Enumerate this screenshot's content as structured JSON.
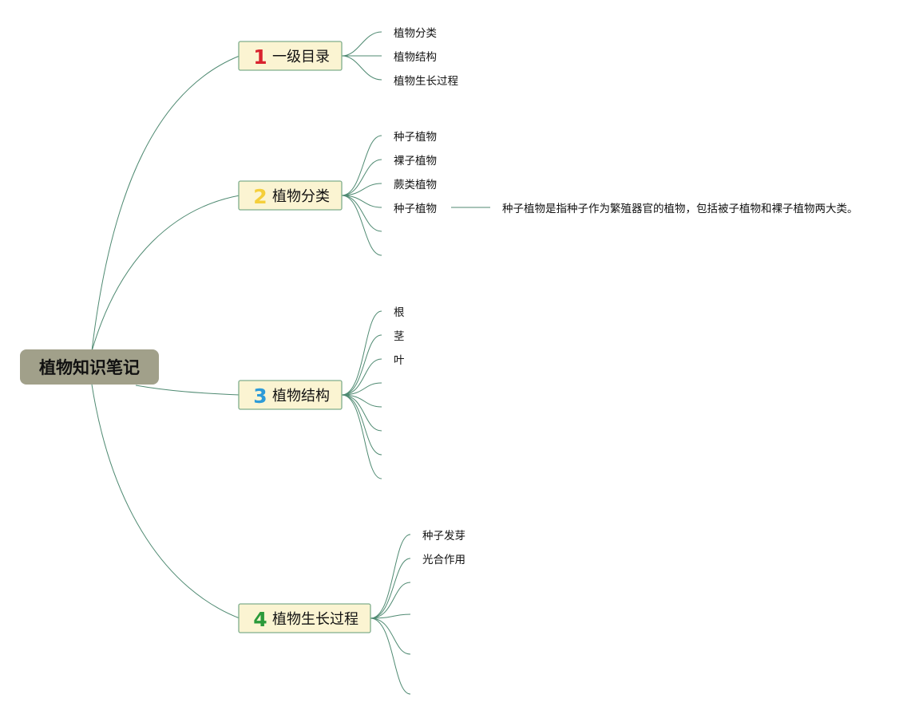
{
  "root": {
    "label": "植物知识笔记"
  },
  "branches": [
    {
      "number": "1",
      "label": "一级目录",
      "leaves": [
        "植物分类",
        "植物结构",
        "植物生长过程"
      ]
    },
    {
      "number": "2",
      "label": "植物分类",
      "leaves": [
        "种子植物",
        "裸子植物",
        "蕨类植物",
        "种子植物",
        "",
        ""
      ]
    },
    {
      "number": "3",
      "label": "植物结构",
      "leaves": [
        "根",
        "茎",
        "叶",
        "",
        "",
        "",
        "",
        ""
      ]
    },
    {
      "number": "4",
      "label": "植物生长过程",
      "leaves": [
        "种子发芽",
        "光合作用",
        "",
        "",
        "",
        ""
      ]
    }
  ],
  "note": {
    "text": "种子植物是指种子作为繁殖器官的植物，包括被子植物和裸子植物两大类。"
  },
  "colors": {
    "line": "#4f8a72",
    "root_fill": "#a1a08a",
    "branch_fill": "#fbf4d2",
    "branch_border": "#7fae8c",
    "number_1": "#d9232e",
    "number_2": "#f5cf3a",
    "number_3": "#2d9bd8",
    "number_4": "#2b9a3a"
  }
}
